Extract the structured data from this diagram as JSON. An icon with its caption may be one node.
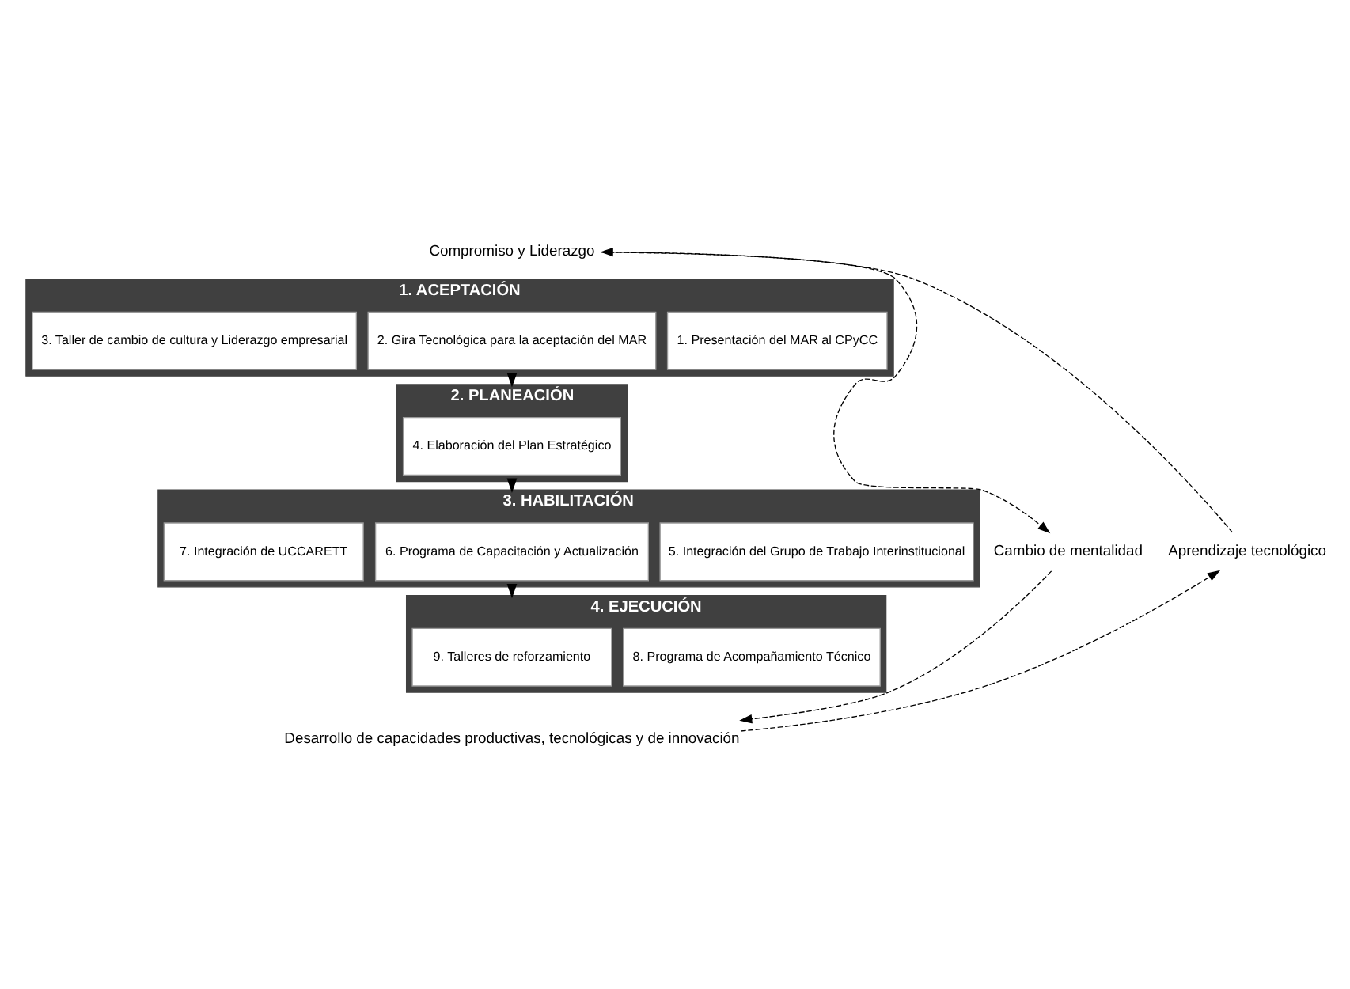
{
  "diagram": {
    "nodes": [
      {
        "text": [
          "1. ACEPTACIÓN"
        ]
      },
      {
        "text": [
          "1. Presentación del MAR al CPyCC"
        ],
        "in": 0
      },
      {
        "text": [
          "2. Gira Tecnológica para la aceptación del MAR"
        ],
        "in": 0
      },
      {
        "text": [
          "3. Taller de cambio de cultura y Liderazgo empresarial"
        ],
        "in": 0
      },
      {
        "text": [
          "2. PLANEACIÓN"
        ]
      },
      {
        "text": [
          "4. Elaboración del Plan Estratégico"
        ],
        "in": 4
      },
      {
        "text": [
          "3. HABILITACIÓN"
        ]
      },
      {
        "text": [
          "5. Integración del Grupo de Trabajo Interinstitucional"
        ],
        "in": 6
      },
      {
        "text": [
          "6. Programa de Capacitación y Actualización"
        ],
        "in": 6
      },
      {
        "text": [
          "7. Integración de UCCARETT"
        ],
        "in": 6
      },
      {
        "text": [
          "4. EJECUCIÓN"
        ]
      },
      {
        "text": [
          "8. Programa de Acompañamiento Técnico"
        ],
        "in": 10
      },
      {
        "text": [
          "9. Talleres de reforzamiento"
        ],
        "in": 10
      },
      {
        "text": [
          "Compromiso y Liderazgo"
        ]
      },
      {
        "text": [
          "Cambio de mentalidad"
        ]
      },
      {
        "text": [
          "Desarrollo de capacidades productivas, tecnológicas y de innovación"
        ]
      },
      {
        "text": [
          "Aprendizaje tecnológico"
        ]
      }
    ],
    "edges": [
      {
        "from": 0,
        "to": 4,
        "arrow": "to"
      },
      {
        "from": 4,
        "to": 6,
        "arrow": "to"
      },
      {
        "from": 6,
        "to": 10,
        "arrow": "to"
      },
      {
        "from": 16,
        "to": 13,
        "arrow": "to",
        "style": "dashed"
      },
      {
        "from": 13,
        "to": 14,
        "arrow": "to",
        "style": "dashed"
      },
      {
        "from": 14,
        "to": 15,
        "arrow": "to",
        "style": "dashed"
      },
      {
        "from": 15,
        "to": 16,
        "arrow": "to",
        "style": "dashed"
      }
    ]
  }
}
